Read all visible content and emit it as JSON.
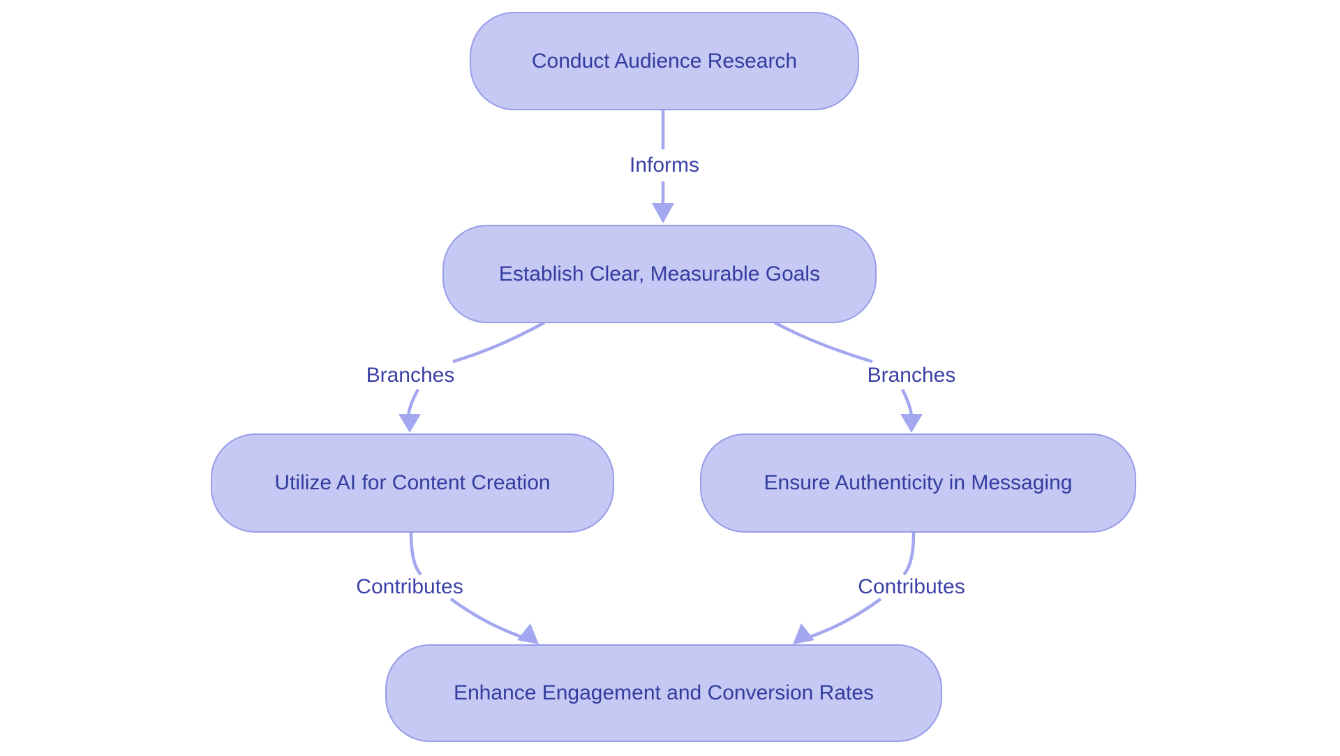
{
  "diagram": {
    "type": "flowchart",
    "background": "#ffffff",
    "colors": {
      "node_fill": "#c6c9f4",
      "node_border": "#979ce8",
      "node_text": "#333c9e",
      "edge_line": "#a2a7ef",
      "edge_label_text": "#3a41a5"
    },
    "nodes": [
      {
        "id": "conduct-audience-research",
        "label": "Conduct Audience Research"
      },
      {
        "id": "establish-goals",
        "label": "Establish Clear, Measurable Goals"
      },
      {
        "id": "utilize-ai",
        "label": "Utilize AI for Content Creation"
      },
      {
        "id": "ensure-authenticity",
        "label": "Ensure Authenticity in Messaging"
      },
      {
        "id": "enhance-engagement",
        "label": "Enhance Engagement and Conversion Rates"
      }
    ],
    "edges": [
      {
        "from": "conduct-audience-research",
        "to": "establish-goals",
        "label": "Informs"
      },
      {
        "from": "establish-goals",
        "to": "utilize-ai",
        "label": "Branches"
      },
      {
        "from": "establish-goals",
        "to": "ensure-authenticity",
        "label": "Branches"
      },
      {
        "from": "utilize-ai",
        "to": "enhance-engagement",
        "label": "Contributes"
      },
      {
        "from": "ensure-authenticity",
        "to": "enhance-engagement",
        "label": "Contributes"
      }
    ]
  }
}
